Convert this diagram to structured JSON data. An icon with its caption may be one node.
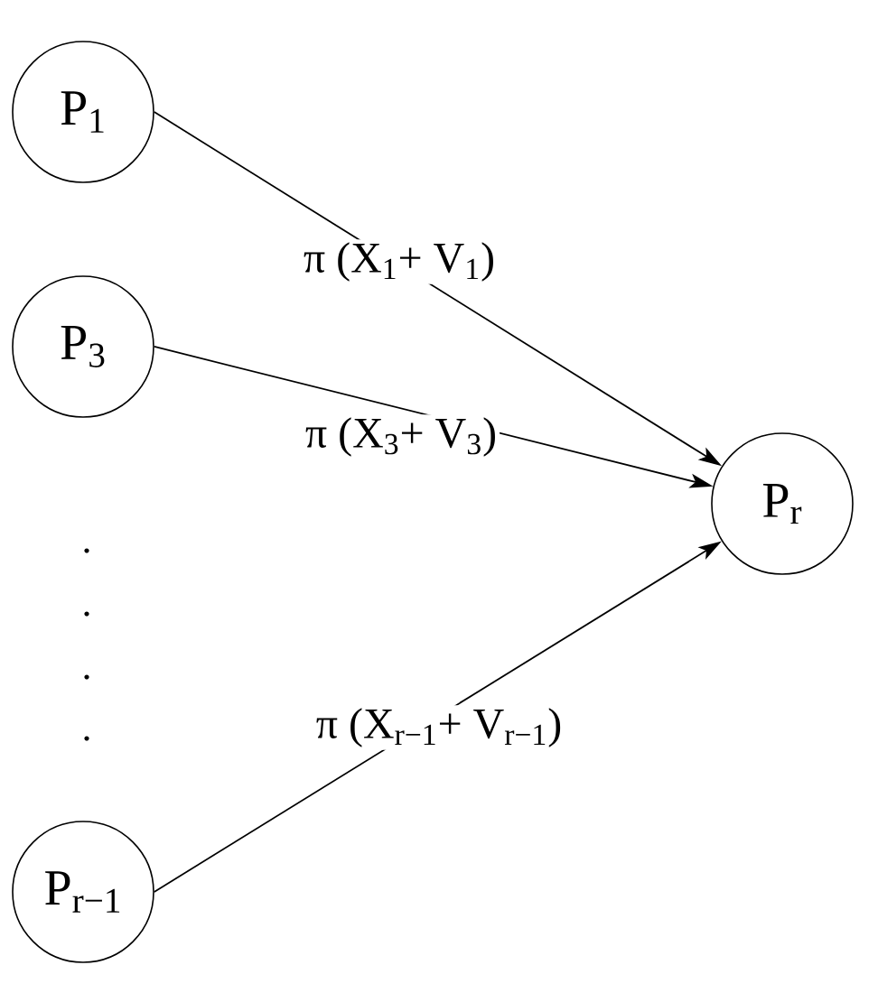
{
  "diagram": {
    "nodes": [
      {
        "text": [
          "P$_{1}$"
        ]
      },
      {
        "text": [
          "P$_{3}$"
        ]
      },
      {
        "text": [
          "P$_{r}$"
        ]
      },
      {
        "text": [
          "P$_{r−1}$"
        ]
      }
    ],
    "edges": [
      {
        "from": 0,
        "to": 2,
        "arrow": "to",
        "label": "π (X$_{1}$+ V$_{1}$)"
      },
      {
        "from": 1,
        "to": 2,
        "arrow": "to",
        "label": "π (X$_{3}$+ V$_{3}$)"
      },
      {
        "from": 3,
        "to": 2,
        "arrow": "to",
        "label": "π (X$_{r−1}$+ V$_{r−1}$)"
      }
    ]
  }
}
